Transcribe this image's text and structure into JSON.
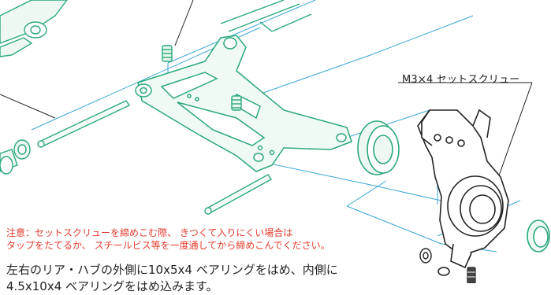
{
  "part_label": "M3×4 セットスクリュー",
  "caution": {
    "line1": "注意：セットスクリューを締めこむ際、 きつくて入りにくい場合は",
    "line2": "タップをたてるか、 スチールビス等を一度通してから締めこんでください。"
  },
  "description": {
    "line1": "左右のリア・ハブの外側に10x5x4 ベアリングをはめ、内側に",
    "line2": "4.5x10x4 ベアリングをはめ込みます。"
  },
  "colors": {
    "part_green": "#2aa87a",
    "leader_blue": "#3aa6d6",
    "caution_red": "#e33b2e",
    "outline_black": "#222222"
  }
}
